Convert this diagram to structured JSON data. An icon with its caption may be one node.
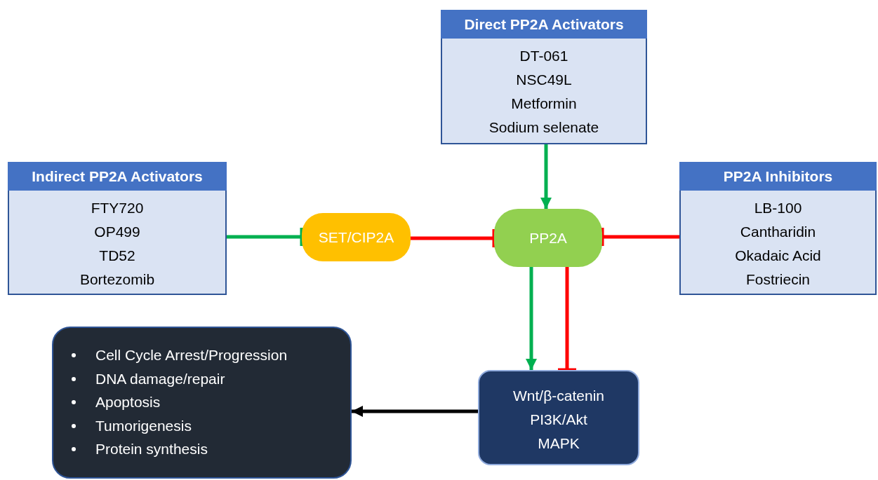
{
  "diagram": {
    "nodes": [
      {
        "text": [
          "Direct PP2A Activators",
          "DT-061",
          "NSC49L",
          "Metformin",
          "Sodium selenate"
        ]
      },
      {
        "text": [
          "Indirect PP2A Activators",
          "FTY720",
          "OP499",
          "TD52",
          "Bortezomib"
        ]
      },
      {
        "text": [
          "SET/CIP2A"
        ]
      },
      {
        "text": [
          "PP2A"
        ]
      },
      {
        "text": [
          "PP2A Inhibitors",
          "LB-100",
          "Cantharidin",
          "Okadaic Acid",
          "Fostriecin"
        ]
      },
      {
        "text": [
          "Wnt/β-catenin",
          "PI3K/Akt",
          "MAPK"
        ]
      },
      {
        "text": [
          "Cell Cycle Arrest/Progression",
          "DNA damage/repair",
          "Apoptosis",
          "Tumorigenesis",
          "Protein synthesis"
        ]
      }
    ],
    "edges": [
      {
        "from": 1,
        "to": 2,
        "arrow": "other",
        "color": "#00b050"
      },
      {
        "from": 2,
        "to": 3,
        "arrow": "other",
        "color": "#ff0000"
      },
      {
        "from": 0,
        "to": 3,
        "arrow": "to",
        "color": "#00b050"
      },
      {
        "from": 4,
        "to": 3,
        "arrow": "other",
        "color": "#ff0000"
      },
      {
        "from": 3,
        "to": 5,
        "arrow": "to",
        "color": "#00b050"
      },
      {
        "from": 3,
        "to": 5,
        "arrow": "other",
        "color": "#ff0000"
      },
      {
        "from": 5,
        "to": 6,
        "arrow": "to",
        "color": "#000000"
      }
    ]
  }
}
